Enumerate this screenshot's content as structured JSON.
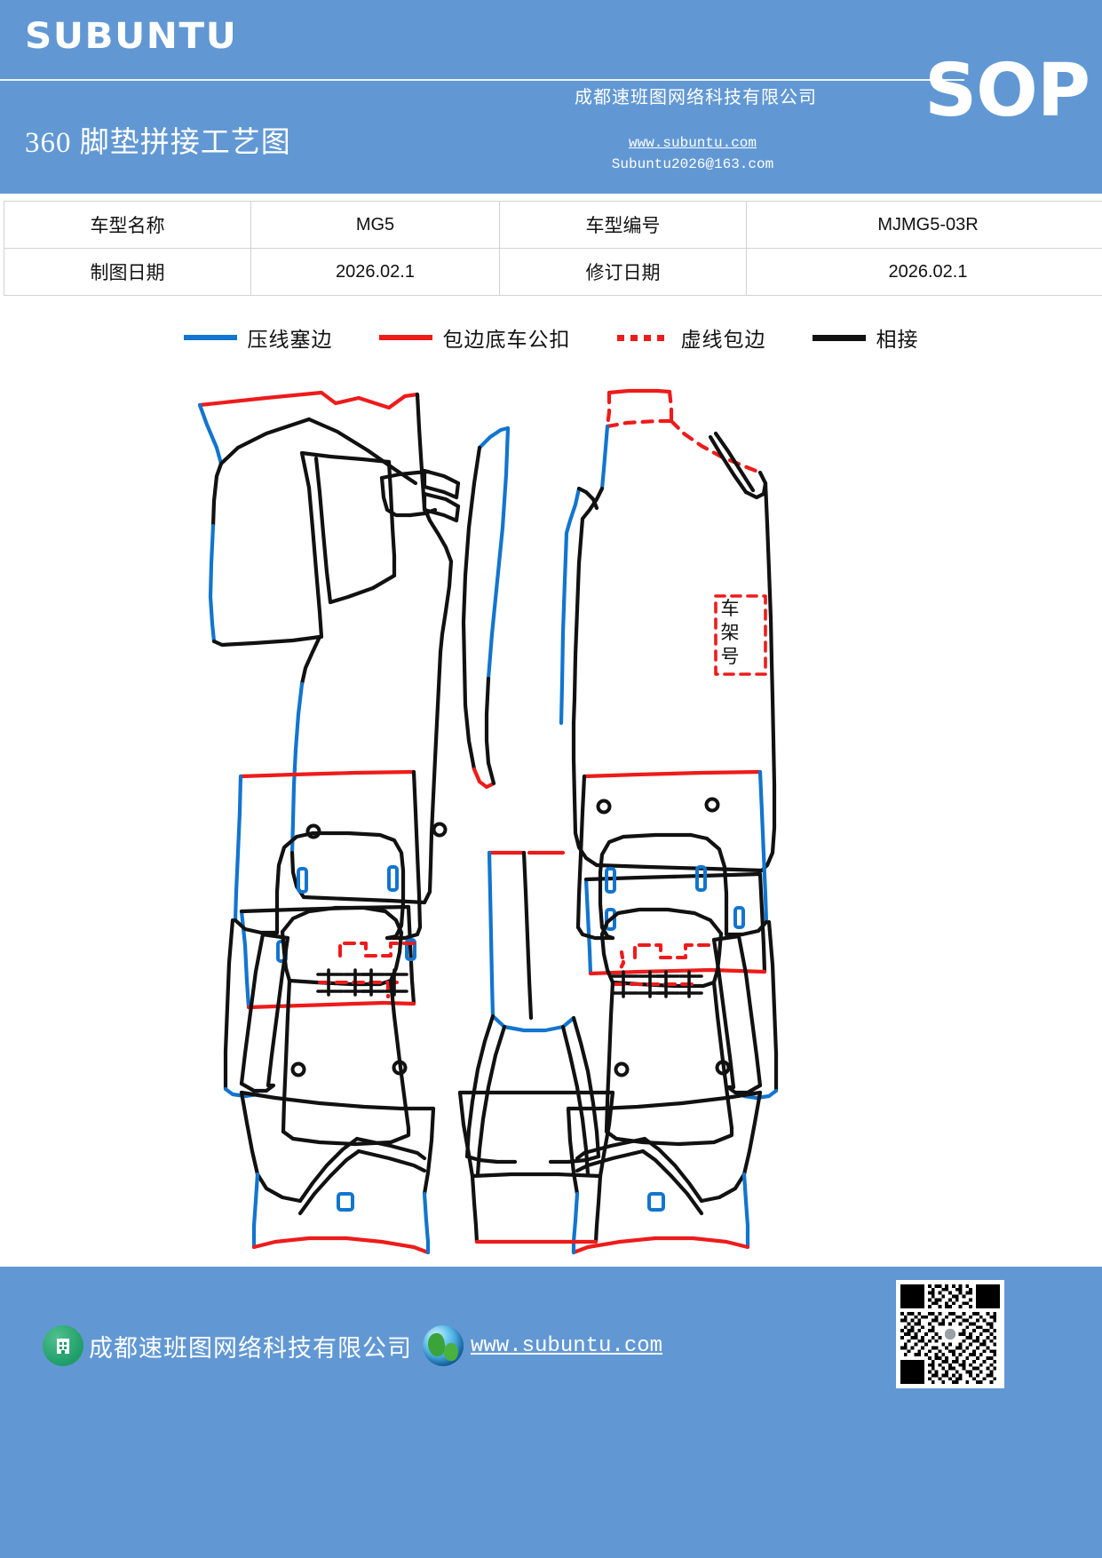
{
  "header": {
    "brand": "SUBUNTU",
    "company_cn": "成都速班图网络科技有限公司",
    "doc_title": "360 脚垫拼接工艺图",
    "doc_type": "SOP",
    "website": "www.subuntu.com",
    "email": "Subuntu2026@163.com"
  },
  "info_table": {
    "rows": [
      {
        "label1": "车型名称",
        "value1": "MG5",
        "label2": "车型编号",
        "value2": "MJMG5-03R"
      },
      {
        "label1": "制图日期",
        "value1": "2026.02.1",
        "label2": "修订日期",
        "value2": "2026.02.1"
      }
    ]
  },
  "legend": {
    "items": [
      {
        "label": "压线塞边",
        "style": "solid",
        "color": "#1275cf"
      },
      {
        "label": "包边底车公扣",
        "style": "solid",
        "color": "#ee1b1b"
      },
      {
        "label": "虚线包边",
        "style": "dotted",
        "color": "#ee1b1b"
      },
      {
        "label": "相接",
        "style": "solid",
        "color": "#111111"
      }
    ]
  },
  "drawing": {
    "vin_annotation": "车架号",
    "pieces": [
      "front-left-mat",
      "front-left-heel-panel",
      "front-left-side-strip",
      "tunnel-strip-left",
      "front-right-mat",
      "front-right-heel-panel",
      "rear-left-mat",
      "rear-left-side-panel",
      "rear-right-mat",
      "rear-right-side-panel",
      "center-tunnel-upper",
      "center-tunnel-lower",
      "center-small-panel"
    ]
  },
  "footer": {
    "company": "成都速班图网络科技有限公司",
    "website": "www.subuntu.com",
    "building_icon": "building-icon",
    "globe_icon": "globe-icon",
    "wechat_icon": "wechat-icon",
    "qr_icon": "qr-code"
  },
  "colors": {
    "header_blue": "#6198d4",
    "line_blue": "#1275cf",
    "line_red": "#ee1b1b",
    "line_black": "#111111"
  }
}
